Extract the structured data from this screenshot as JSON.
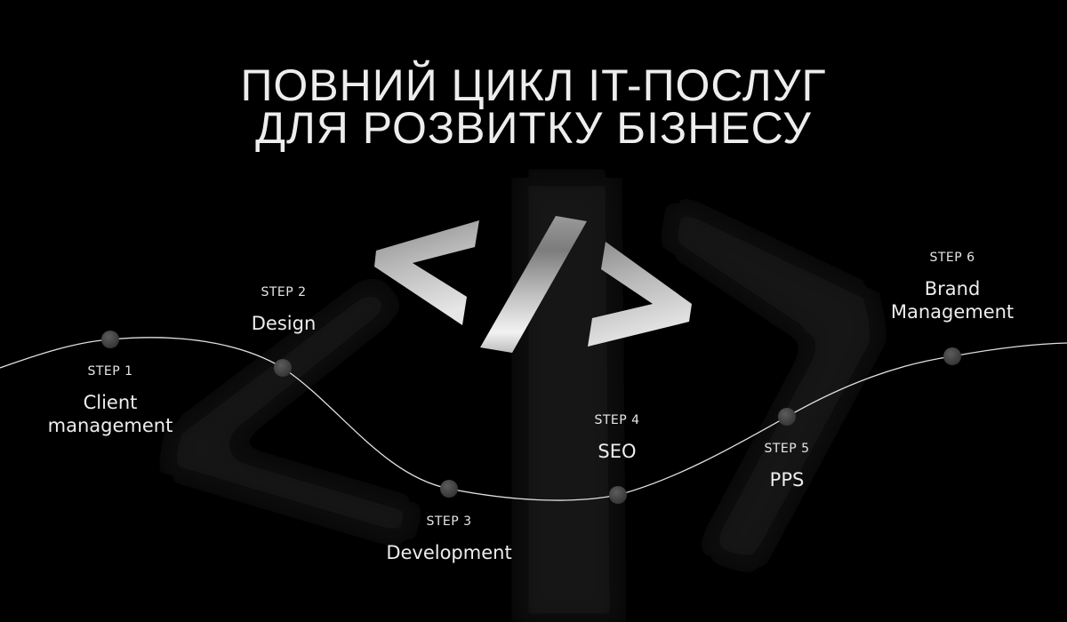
{
  "title": {
    "line1": "ПОВНИЙ ЦИКЛ IT-ПОСЛУГ",
    "line2": "ДЛЯ РОЗВИТКУ БІЗНЕСУ"
  },
  "logo": {
    "icon": "code-brackets-icon",
    "glyph": "</>"
  },
  "colors": {
    "background": "#000000",
    "text": "#ececec",
    "node": "#4a4a4a",
    "line": "#e0e0e0"
  },
  "steps": [
    {
      "num": "STEP 1",
      "name_line1": "Client",
      "name_line2": "management"
    },
    {
      "num": "STEP 2",
      "name_line1": "Design"
    },
    {
      "num": "STEP 3",
      "name_line1": "Development"
    },
    {
      "num": "STEP 4",
      "name_line1": "SEO"
    },
    {
      "num": "STEP 5",
      "name_line1": "PPS"
    },
    {
      "num": "STEP 6",
      "name_line1": "Brand",
      "name_line2": "Management"
    }
  ]
}
